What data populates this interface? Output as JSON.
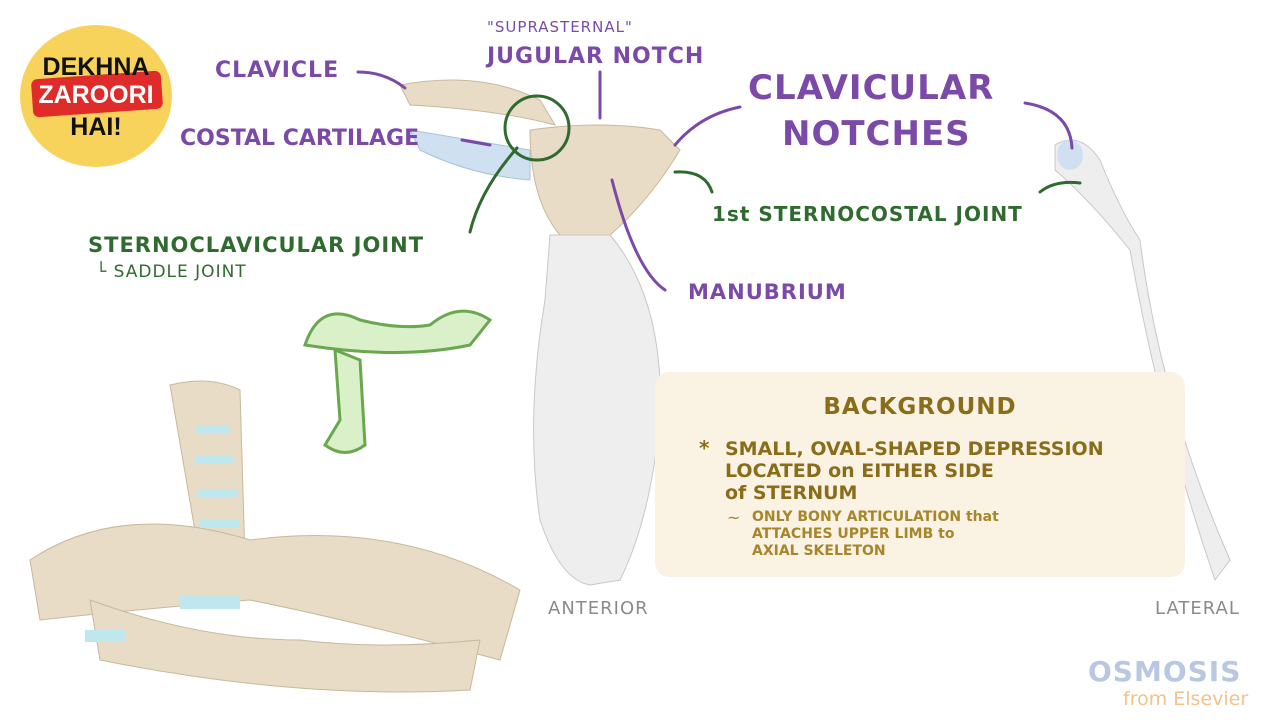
{
  "badge": {
    "line1": "DEKHNA",
    "line2": "ZAROORI",
    "line3": "HAI!"
  },
  "labels": {
    "clavicle": "CLAVICLE",
    "costal_cartilage": "COSTAL CARTILAGE",
    "suprasternal": "\"SUPRASTERNAL\"",
    "jugular_notch": "JUGULAR NOTCH",
    "clavicular_notches_1": "CLAVICULAR",
    "clavicular_notches_2": "NOTCHES",
    "sternocostal_joint": "1st STERNOCOSTAL JOINT",
    "sternoclavicular_joint": "STERNOCLAVICULAR JOINT",
    "saddle_joint": "└ SADDLE JOINT",
    "manubrium": "MANUBRIUM",
    "anterior": "ANTERIOR",
    "lateral": "LATERAL"
  },
  "background_box": {
    "title": "BACKGROUND",
    "bullet": "*",
    "point_1": [
      "SMALL, OVAL-SHAPED DEPRESSION",
      "LOCATED on EITHER SIDE",
      "of STERNUM"
    ],
    "sub_marker": "~",
    "sub_point": [
      "ONLY BONY ARTICULATION that",
      "ATTACHES UPPER LIMB to",
      "AXIAL SKELETON"
    ]
  },
  "logo": {
    "name": "OSMOSIS",
    "sub": "from Elsevier"
  }
}
